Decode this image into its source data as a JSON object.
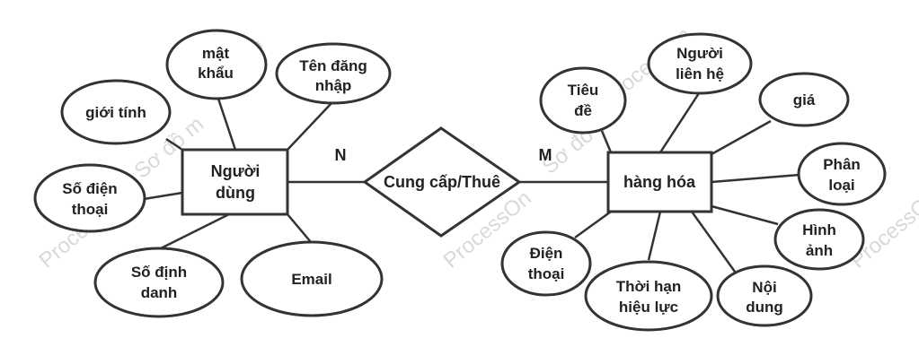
{
  "colors": {
    "stroke": "#333333",
    "text": "#222222",
    "watermark": "#d9d9d9",
    "background": "#ffffff"
  },
  "entities": {
    "nguoi_dung": {
      "label": [
        "Người",
        "dùng"
      ]
    },
    "hang_hoa": {
      "label": [
        "hàng hóa"
      ]
    }
  },
  "relationship": {
    "label": "Cung cấp/Thuê"
  },
  "cardinality": {
    "left": "N",
    "right": "M"
  },
  "attributes_nguoi_dung": {
    "mat_khau": [
      "mật",
      "khẩu"
    ],
    "ten_dang_nhap": [
      "Tên đăng",
      "nhập"
    ],
    "gioi_tinh": [
      "giới tính"
    ],
    "so_dien_thoai": [
      "Số điện",
      "thoại"
    ],
    "so_dinh_danh": [
      "Số định",
      "danh"
    ],
    "email": [
      "Email"
    ]
  },
  "attributes_hang_hoa": {
    "tieu_de": [
      "Tiêu",
      "đề"
    ],
    "nguoi_lien_he": [
      "Người",
      "liên hệ"
    ],
    "gia": [
      "giá"
    ],
    "phan_loai": [
      "Phân",
      "loại"
    ],
    "hinh_anh": [
      "Hình",
      "ảnh"
    ],
    "noi_dung": [
      "Nội",
      "dung"
    ],
    "thoi_han_hieu_luc": [
      "Thời hạn",
      "hiệu lực"
    ],
    "dien_thoai": [
      "Điện",
      "thoại"
    ]
  },
  "watermarks": [
    "ProcessOn",
    "Sơ đồ m",
    "ProcessOn",
    "Sơ đồ",
    "ProcessOn",
    "Sơ đồ",
    "ProcessO"
  ]
}
